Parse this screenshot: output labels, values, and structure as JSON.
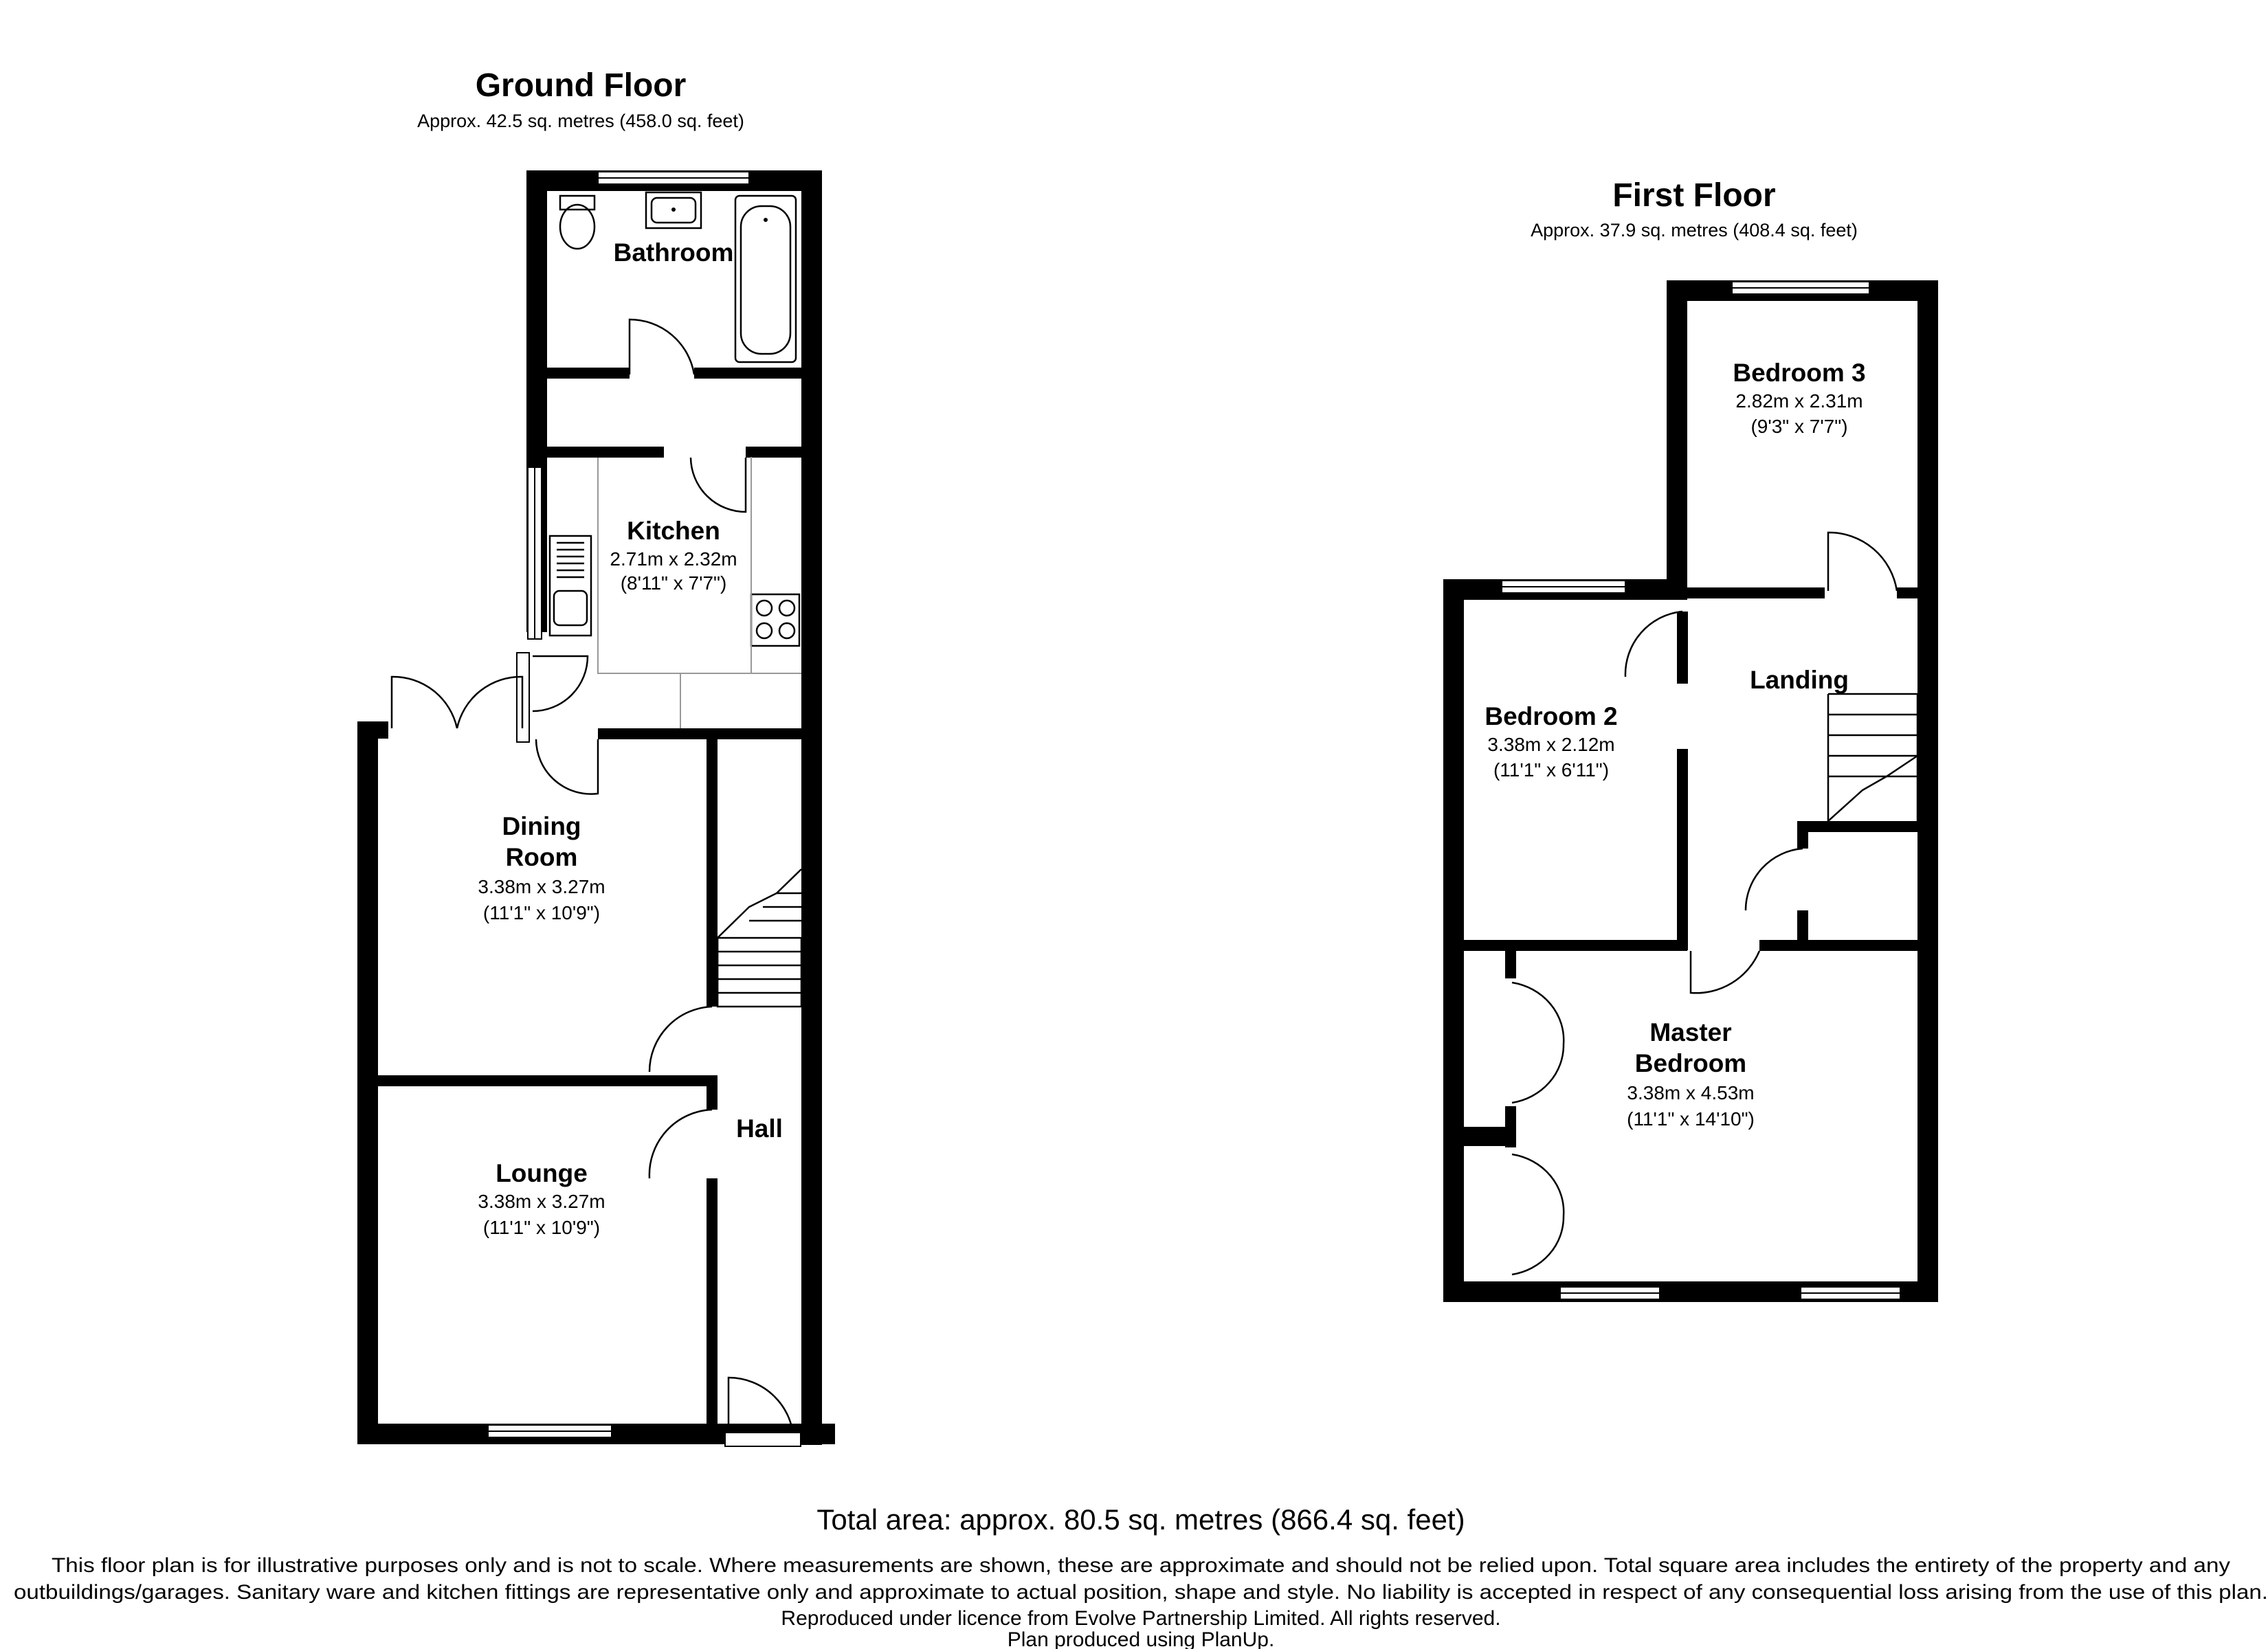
{
  "ground_floor": {
    "title": "Ground Floor",
    "area": "Approx.  42.5 sq. metres (458.0 sq. feet)",
    "rooms": {
      "bathroom": {
        "name": "Bathroom"
      },
      "kitchen": {
        "name": "Kitchen",
        "metric": "2.71m x 2.32m",
        "imperial": "(8'11\" x 7'7\")"
      },
      "dining": {
        "name_line1": "Dining",
        "name_line2": "Room",
        "metric": "3.38m x 3.27m",
        "imperial": "(11'1\" x 10'9\")"
      },
      "lounge": {
        "name": "Lounge",
        "metric": "3.38m x 3.27m",
        "imperial": "(11'1\" x 10'9\")"
      },
      "hall": {
        "name": "Hall"
      }
    }
  },
  "first_floor": {
    "title": "First Floor",
    "area": "Approx.  37.9 sq. metres (408.4 sq. feet)",
    "rooms": {
      "bedroom3": {
        "name": "Bedroom 3",
        "metric": "2.82m x 2.31m",
        "imperial": "(9'3\" x 7'7\")"
      },
      "landing": {
        "name": "Landing"
      },
      "bedroom2": {
        "name": "Bedroom 2",
        "metric": "3.38m x 2.12m",
        "imperial": "(11'1\" x 6'11\")"
      },
      "master": {
        "name_line1": "Master",
        "name_line2": "Bedroom",
        "metric": "3.38m x 4.53m",
        "imperial": "(11'1\" x 14'10\")"
      }
    }
  },
  "footer": {
    "total": "Total area: approx.  80.5 sq. metres (866.4 sq. feet)",
    "line1": "This floor plan is for illustrative purposes only and is not to scale.  Where measurements are shown, these are approximate and should not be relied upon. Total square area includes the entirety of the property and any",
    "line2": "outbuildings/garages. Sanitary ware and kitchen fittings are representative only and approximate to actual position, shape and style.  No liability is accepted in respect of any consequential loss arising from the use of this plan.",
    "line3": "Reproduced under licence from Evolve Partnership Limited. All rights reserved.",
    "line4": "Plan produced using PlanUp."
  }
}
